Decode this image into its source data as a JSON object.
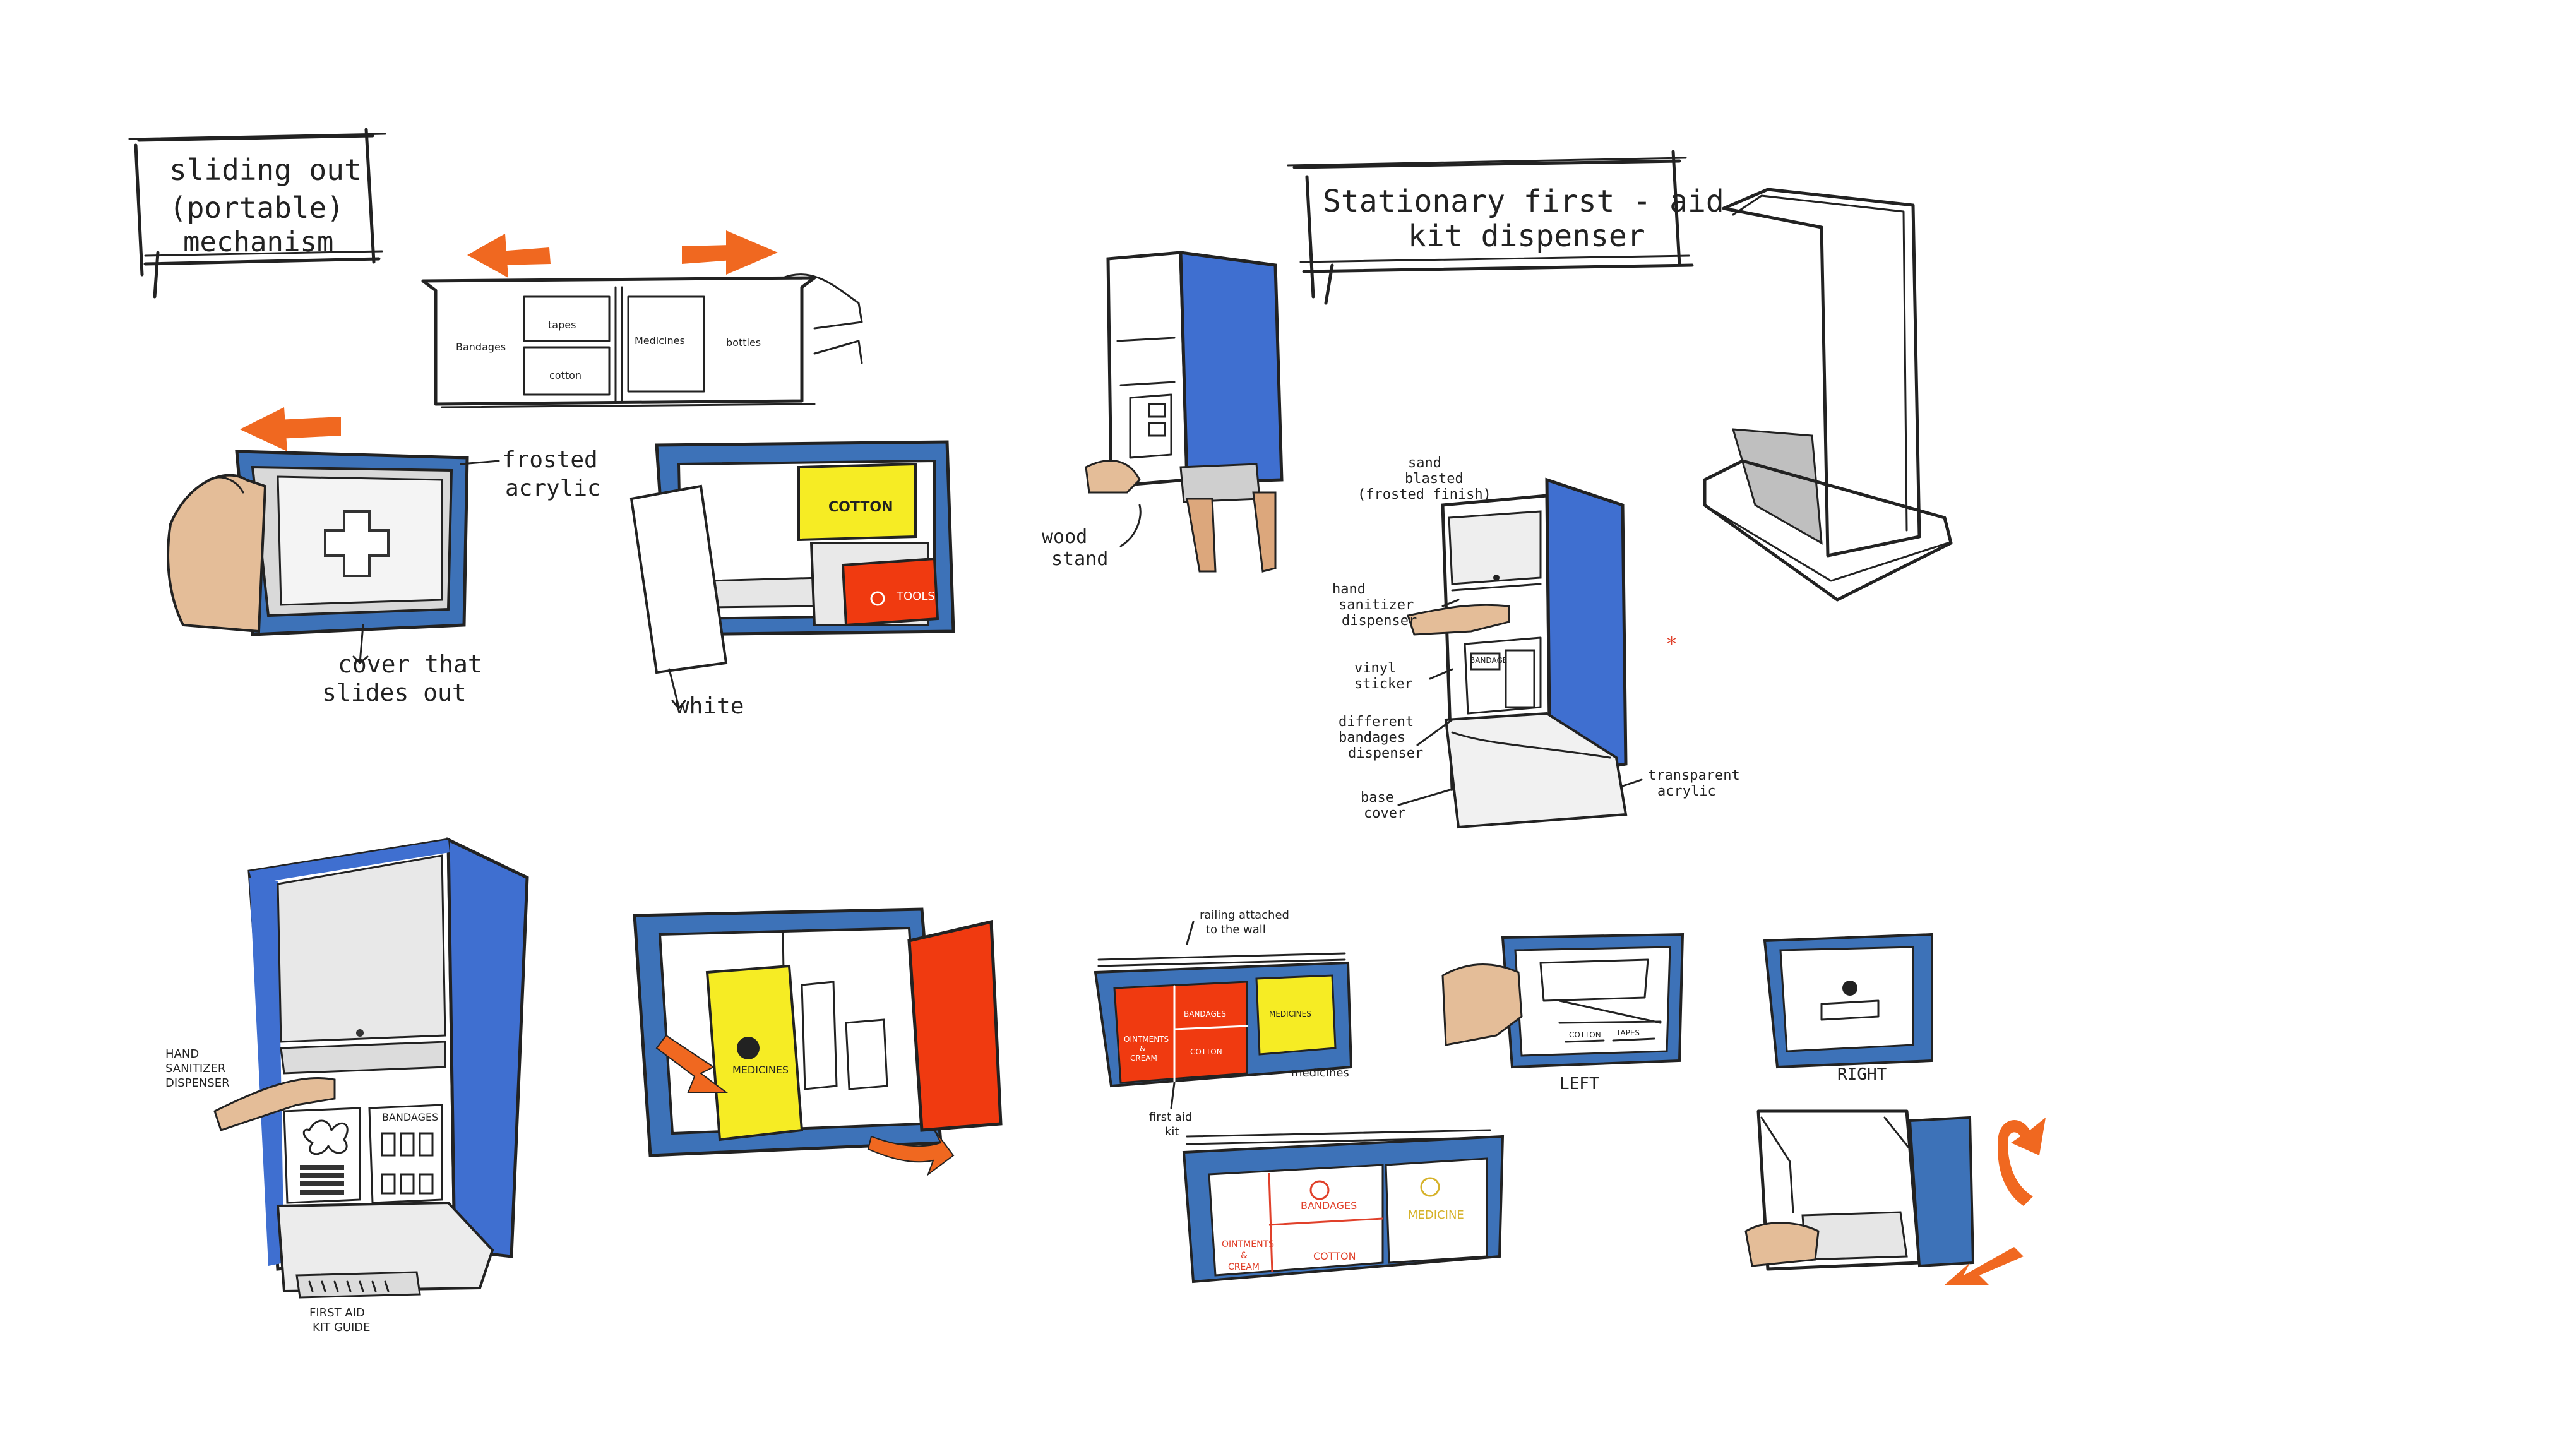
{
  "colors": {
    "blue": "#3f6fd0",
    "blue_frame": "#3d72b8",
    "orange": "#f06820",
    "red": "#f03a10",
    "yellow": "#f6ec24",
    "skin": "#e4bd98",
    "wood": "#dca77c",
    "grey": "#d8d8d8"
  },
  "sections": {
    "portable": {
      "title_lines": [
        "sliding out",
        "(portable)",
        "mechanism"
      ],
      "drawer_labels": {
        "bandages": "Bandages",
        "tapes": "tapes",
        "cotton": "cotton",
        "medicines": "Medicines",
        "bottles": "bottles"
      },
      "annotations": {
        "frosted_1": "frosted",
        "frosted_2": "acrylic",
        "cover_1": "cover that",
        "cover_2": "slides out",
        "white": "white"
      },
      "box_labels": {
        "cotton": "COTTON",
        "tools": "TOOLS"
      }
    },
    "stationary": {
      "title_lines": [
        "Stationary first - aid",
        "kit dispenser"
      ],
      "annotations": {
        "wood_stand_1": "wood",
        "wood_stand_2": "stand",
        "sand_1": "sand",
        "sand_2": "blasted",
        "sand_3": "(frosted finish)",
        "hand_1": "hand",
        "hand_2": "sanitizer",
        "hand_3": "dispenser",
        "vinyl_1": "vinyl",
        "vinyl_2": "sticker",
        "diff_1": "different",
        "diff_2": "bandages",
        "diff_3": "dispenser",
        "base_1": "base",
        "base_2": "cover",
        "trans_1": "transparent",
        "trans_2": "acrylic",
        "bandage_sticker": "BANDAGE"
      }
    },
    "final_dispenser": {
      "hand_label_lines": [
        "HAND",
        "SANITIZER",
        "DISPENSER"
      ],
      "bandages_label": "BANDAGES",
      "guide_lines": [
        "FIRST AID",
        "KIT GUIDE"
      ]
    },
    "cabinet": {
      "medicines_label": "MEDICINES"
    },
    "wall_kit": {
      "top_note_lines": [
        "railing attached",
        "to the wall"
      ],
      "bandages": "BANDAGES",
      "medicines": "MEDICINES",
      "cotton": "COTTON",
      "ointments_lines": [
        "OINTMENTS",
        "&",
        "CREAM"
      ],
      "medicines_side": "medicines",
      "first_aid_lines": [
        "first aid",
        "kit"
      ]
    },
    "wall_kit_large": {
      "bandages": "BANDAGES",
      "medicine": "MEDICINE",
      "cotton": "COTTON",
      "ointments_lines": [
        "OINTMENTS",
        "&",
        "CREAM"
      ]
    },
    "views": {
      "left": "LEFT",
      "right": "RIGHT",
      "left_drawer_1": "COTTON",
      "left_drawer_2": "TAPES"
    }
  }
}
